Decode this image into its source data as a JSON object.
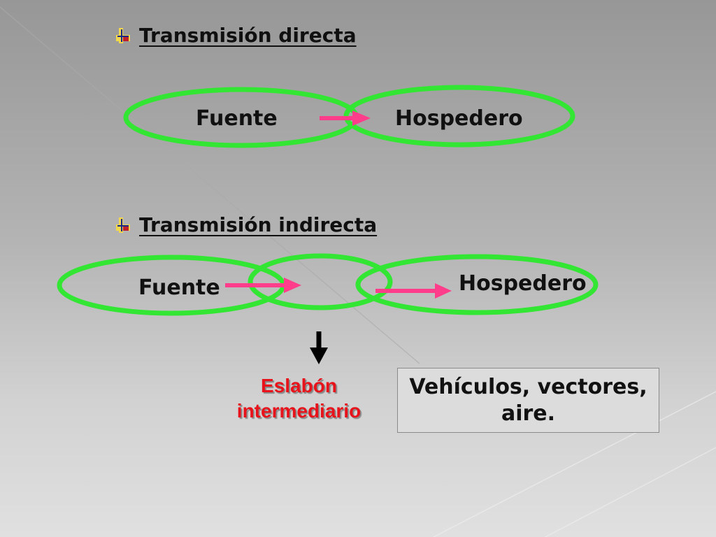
{
  "sections": {
    "direct": {
      "title": "Transmisión directa",
      "source": "Fuente",
      "host": "Hospedero"
    },
    "indirect": {
      "title": "Transmisión indirecta",
      "source": "Fuente",
      "host": "Hospedero"
    }
  },
  "intermediate": {
    "line1": "Eslabón",
    "line2": "intermediario"
  },
  "vehicles": {
    "line1": "Vehículos, vectores,",
    "line2": "aire."
  },
  "colors": {
    "ellipse": "#33e633",
    "arrow": "#ff3d8a",
    "intermediate_text": "#e8121a"
  },
  "icons": [
    "bullet-icon",
    "arrow-right-icon",
    "arrow-down-icon"
  ]
}
